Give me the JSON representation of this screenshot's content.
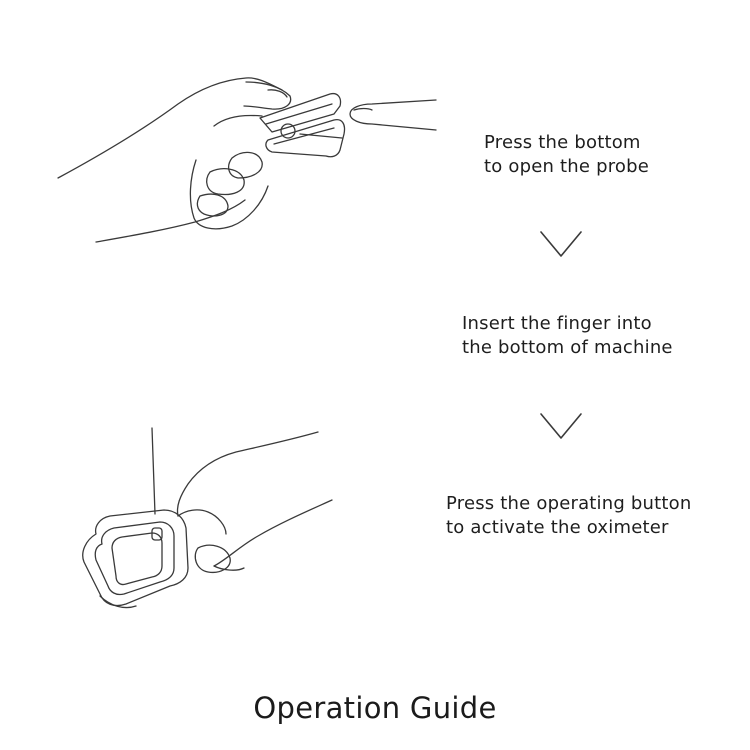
{
  "steps": [
    {
      "line1": "Press the bottom",
      "line2": "to open the probe"
    },
    {
      "line1": "Insert the finger into",
      "line2": "the bottom of machine"
    },
    {
      "line1": "Press the operating button",
      "line2": "to activate the oximeter"
    }
  ],
  "title": "Operation Guide",
  "icons": {
    "arrow": "chevron-down-icon"
  },
  "colors": {
    "line_art": "#3a3a3a",
    "text": "#1e1e1e"
  }
}
